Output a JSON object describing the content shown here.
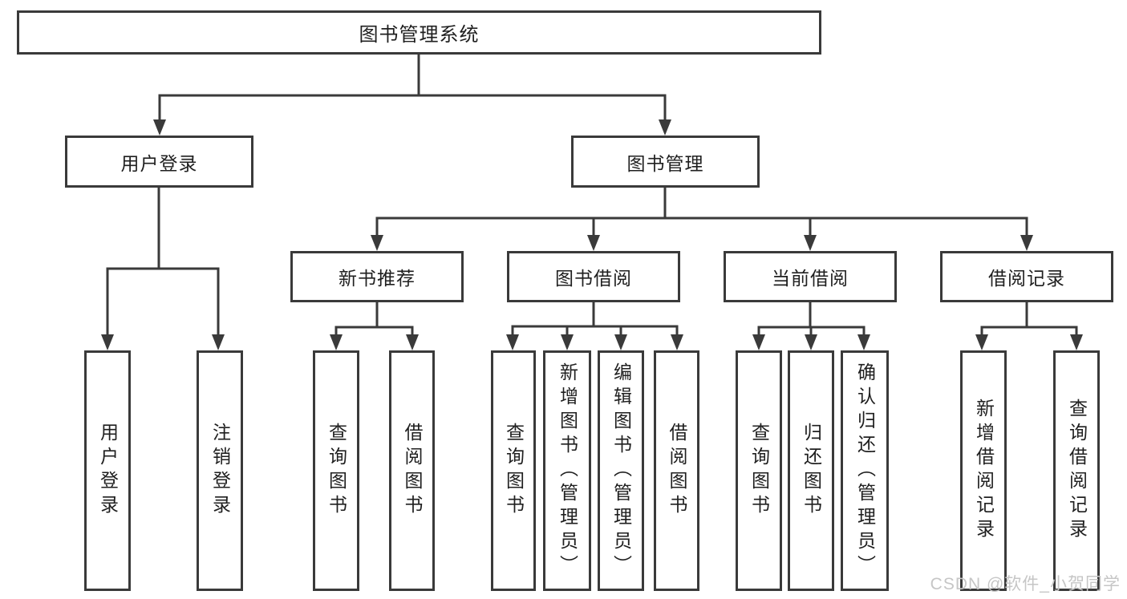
{
  "tree": {
    "root": {
      "label": "图书管理系统"
    },
    "branches": [
      {
        "label": "用户登录",
        "children": [
          {
            "label": "用户登录"
          },
          {
            "label": "注销登录"
          }
        ]
      },
      {
        "label": "图书管理",
        "children": [
          {
            "label": "新书推荐",
            "children": [
              {
                "label": "查询图书"
              },
              {
                "label": "借阅图书"
              }
            ]
          },
          {
            "label": "图书借阅",
            "children": [
              {
                "label": "查询图书"
              },
              {
                "label": "新增图书（管理员）"
              },
              {
                "label": "编辑图书（管理员）"
              },
              {
                "label": "借阅图书"
              }
            ]
          },
          {
            "label": "当前借阅",
            "children": [
              {
                "label": "查询图书"
              },
              {
                "label": "归还图书"
              },
              {
                "label": "确认归还（管理员）"
              }
            ]
          },
          {
            "label": "借阅记录",
            "children": [
              {
                "label": "新增借阅记录"
              },
              {
                "label": "查询借阅记录"
              }
            ]
          }
        ]
      }
    ]
  },
  "watermark": "CSDN @软件_小贺同学",
  "colors": {
    "line": "#3a3a3a",
    "text": "#1f1f1f",
    "background": "#ffffff",
    "watermark": "#c6c6c6"
  }
}
